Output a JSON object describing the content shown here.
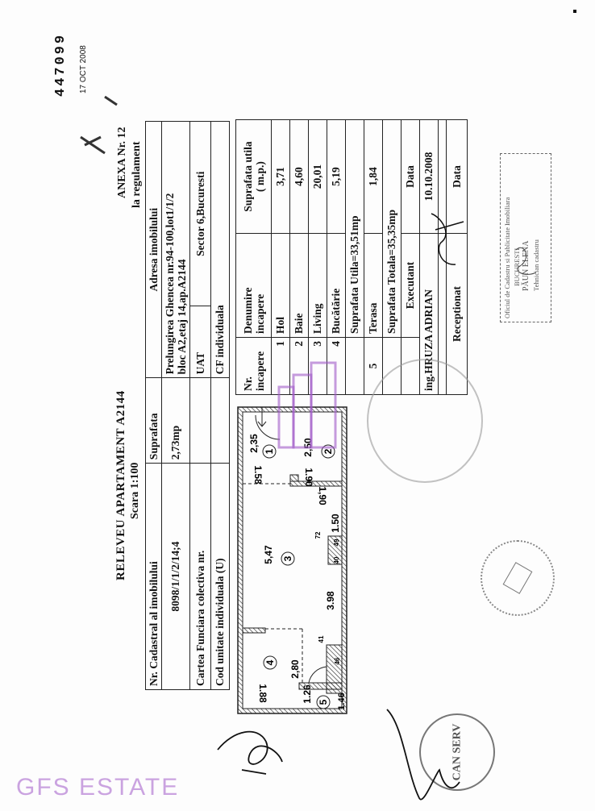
{
  "header": {
    "title": "RELEVEU APARTAMENT A2144",
    "scale": "Scara 1:100",
    "annex_line1": "ANEXA Nr. 12",
    "annex_line2": "la regulament"
  },
  "property_table": {
    "h_cadastral": "Nr. Cadastral al imobilului",
    "h_suprafata": "Suprafata",
    "h_adresa": "Adresa imobilului",
    "cadastral": "8098/1/1/2/14;4",
    "suprafata": "2,73mp",
    "adresa_line1": "Prelungirea Ghencea nr.94-100,lot1/1/2",
    "adresa_line2": "bloc A2,etaj 14,ap.A2144",
    "cartea_label": "Cartea Funciara colectiva nr.",
    "uat_label": "UAT",
    "uat_value": "Sector 6,Bucuresti",
    "cod_label": "Cod unitate individuala (U)",
    "cf_value": "CF individuala"
  },
  "rooms_table": {
    "h_nr1": "Nr.",
    "h_nr2": "incapere",
    "h_den1": "Denumire",
    "h_den2": "incapere",
    "h_sup1": "Suprafata utila",
    "h_sup2": "( m.p.)",
    "rooms": [
      {
        "nr": "1",
        "name": "Hol",
        "area": "3,71"
      },
      {
        "nr": "2",
        "name": "Baie",
        "area": "4,60"
      },
      {
        "nr": "3",
        "name": "Living",
        "area": "20,01"
      },
      {
        "nr": "4",
        "name": "Bucătărie",
        "area": "5,19"
      }
    ],
    "total_utila": "Suprafata Utila=33,51mp",
    "terasa": {
      "nr": "5",
      "name": "Terasa",
      "area": "1,84"
    },
    "total": "Suprafata Totala=35,35mp",
    "executant_label": "Executant",
    "data_label": "Data",
    "executant_name": "ing.HRUZA ADRIAN",
    "executant_date": "10.10.2008",
    "receptionat_label": "Receptionat",
    "data_label2": "Data"
  },
  "plan": {
    "rooms": [
      "1",
      "2",
      "3",
      "4",
      "5"
    ],
    "dims": {
      "d235": "2,35",
      "d250": "2,50",
      "d158": "1.58",
      "d190a": "1.90",
      "d190b": "1,90",
      "d150": "1.50",
      "d547": "5,47",
      "d72": "72",
      "d40": "40",
      "d49": "49",
      "d398": "3.98",
      "d41": "41",
      "d46": "46",
      "d280": "2,80",
      "d126": "1.26",
      "d188": "1.88",
      "d146": "1.46"
    }
  },
  "stamps": {
    "registration_number": "447099",
    "received_date": "17 OCT 2008",
    "office_line1": "Oficiul de Cadastru si Publicitate Imobiliara",
    "office_line2": "BUCURESTI",
    "office_name": "PĂUN ELENA",
    "office_role": "Tehnician cadastru",
    "company_stamp": "CAN SERV"
  },
  "watermark": "GFS ESTATE",
  "colors": {
    "ink": "#111111",
    "watermark": "#a05ac8",
    "stamp": "#8a8a8a"
  }
}
